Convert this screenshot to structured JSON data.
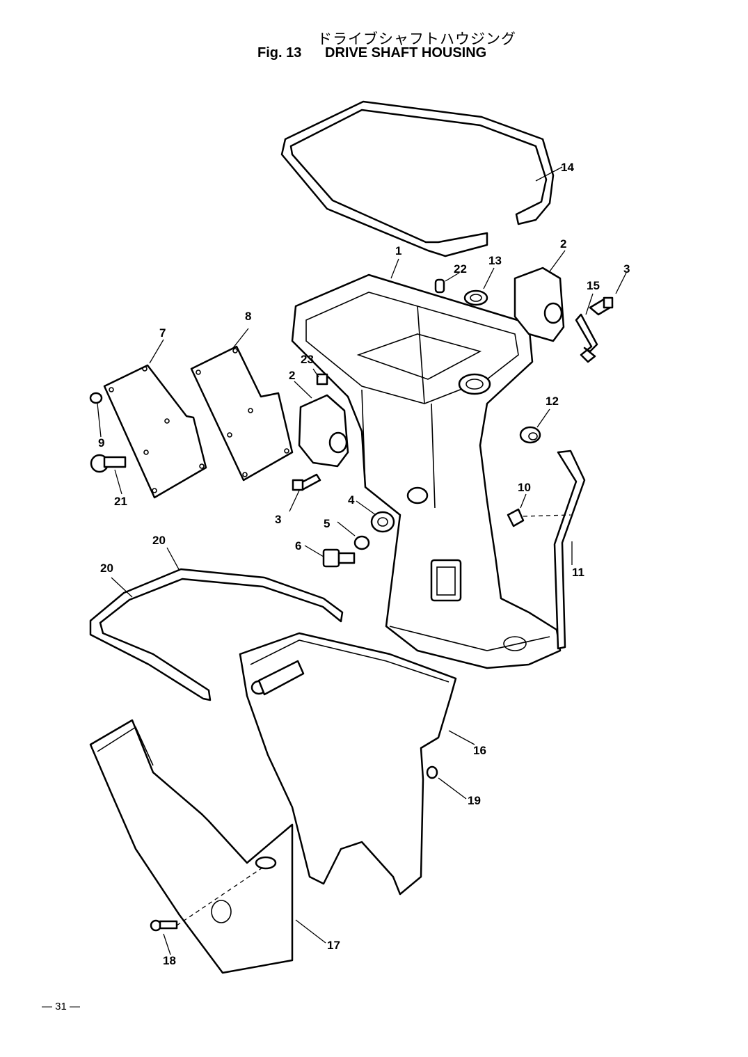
{
  "header": {
    "title_jp": "ドライブシャフトハウジング",
    "fig_label": "Fig. 13",
    "title_en": "DRIVE SHAFT HOUSING"
  },
  "footer": {
    "page_number": "— 31 —"
  },
  "callouts": {
    "c1": "1",
    "c2a": "2",
    "c2b": "2",
    "c3a": "3",
    "c3b": "3",
    "c4": "4",
    "c5": "5",
    "c6": "6",
    "c7": "7",
    "c8": "8",
    "c9": "9",
    "c10": "10",
    "c11": "11",
    "c12": "12",
    "c13": "13",
    "c14": "14",
    "c15": "15",
    "c16": "16",
    "c17": "17",
    "c18": "18",
    "c19": "19",
    "c20a": "20",
    "c20b": "20",
    "c21": "21",
    "c22": "22",
    "c23": "23"
  }
}
